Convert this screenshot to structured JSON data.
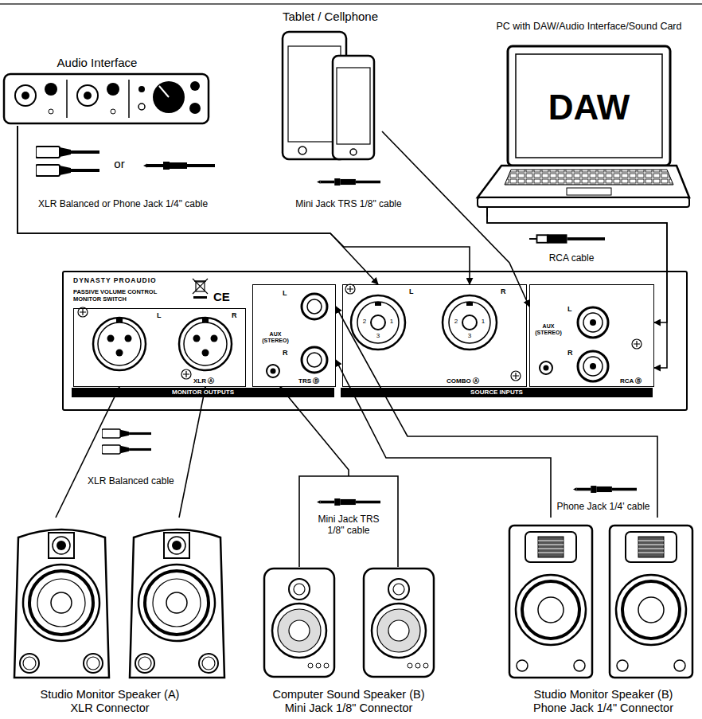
{
  "diagram": {
    "nodes": [
      {
        "text": [
          "Audio Interface"
        ]
      },
      {
        "text": [
          "Tablet / Cellphone"
        ]
      },
      {
        "text": [
          "PC with DAW/Audio Interface/Sound Card",
          "DAW"
        ]
      },
      {
        "text": [
          "DYNASTY PROAUDIO",
          "PASSIVE VOLUME CONTROL MONITOR SWITCH",
          "CE"
        ]
      },
      {
        "text": [
          "L",
          "R",
          "XLR Ⓐ"
        ],
        "in": 3
      },
      {
        "text": [
          "L",
          "AUX (STEREO)",
          "R",
          "TRS Ⓑ"
        ],
        "in": 3
      },
      {
        "text": [
          "L",
          "R",
          "COMBO Ⓐ"
        ],
        "in": 3
      },
      {
        "text": [
          "AUX (STEREO)",
          "L",
          "R",
          "RCA Ⓑ"
        ],
        "in": 3
      },
      {
        "text": [
          "Studio Monitor Speaker (A) XLR Connector"
        ]
      },
      {
        "text": [
          "Computer Sound Speaker (B) Mini Jack 1/8\" Connector"
        ]
      },
      {
        "text": [
          "Studio Monitor Speaker (B) Phone Jack 1/4\" Connector"
        ]
      }
    ],
    "edges": [
      {
        "from": 0,
        "to": 6,
        "arrow": "to"
      },
      {
        "from": 0,
        "to": 6,
        "arrow": "to"
      },
      {
        "from": 1,
        "to": 7,
        "arrow": "to"
      },
      {
        "from": 2,
        "to": 7,
        "arrow": "to"
      },
      {
        "from": 2,
        "to": 7,
        "arrow": "to"
      },
      {
        "from": 8,
        "to": 4,
        "arrow": "to"
      },
      {
        "from": 8,
        "to": 4,
        "arrow": "to"
      },
      {
        "from": 9,
        "to": 5,
        "arrow": "to"
      },
      {
        "from": 10,
        "to": 5,
        "arrow": "to"
      },
      {
        "from": 10,
        "to": 5,
        "arrow": "to"
      }
    ],
    "labels": [
      "XLR Balanced or Phone Jack 1/4\" cable",
      "or",
      "Mini Jack TRS 1/8\" cable",
      "RCA cable",
      "MONITOR OUTPUTS",
      "SOURCE INPUTS",
      "2",
      "1",
      "3",
      "2",
      "1",
      "3",
      "XLR Balanced cable",
      "Mini Jack TRS 1/8\" cable",
      "Phone Jack 1/4' cable"
    ]
  }
}
